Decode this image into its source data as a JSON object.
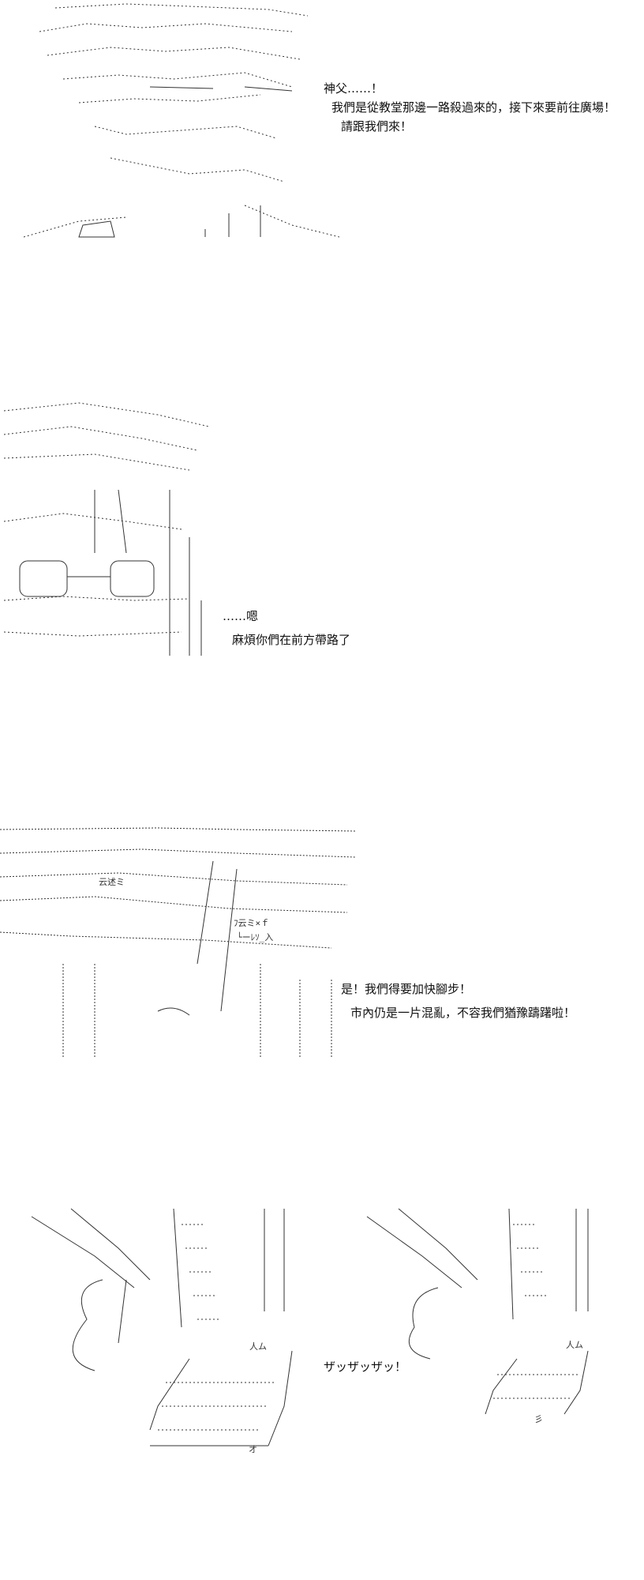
{
  "panels": [
    {
      "id": "p1",
      "lines": [
        "神父……！",
        "我們是從教堂那邊一路殺過來的，接下來要前往廣場！",
        "請跟我們來！"
      ]
    },
    {
      "id": "p2",
      "lines": [
        "……嗯",
        "麻煩你們在前方帶路了"
      ]
    },
    {
      "id": "p3",
      "lines": [
        "是！我們得要加快腳步！",
        "市內仍是一片混亂，不容我們猶豫躊躇啦！"
      ],
      "art_text": [
        "云述ミ",
        "ﾌ云ミ×ｆ",
        "└ーﾚｿ_入"
      ]
    },
    {
      "id": "p4",
      "lines": [
        "ザッザッザッ！"
      ],
      "art_text": [
        "人ム",
        "人ム",
        "オ",
        "彡"
      ]
    }
  ],
  "colors": {
    "ink": "#222222",
    "paper": "#ffffff"
  }
}
